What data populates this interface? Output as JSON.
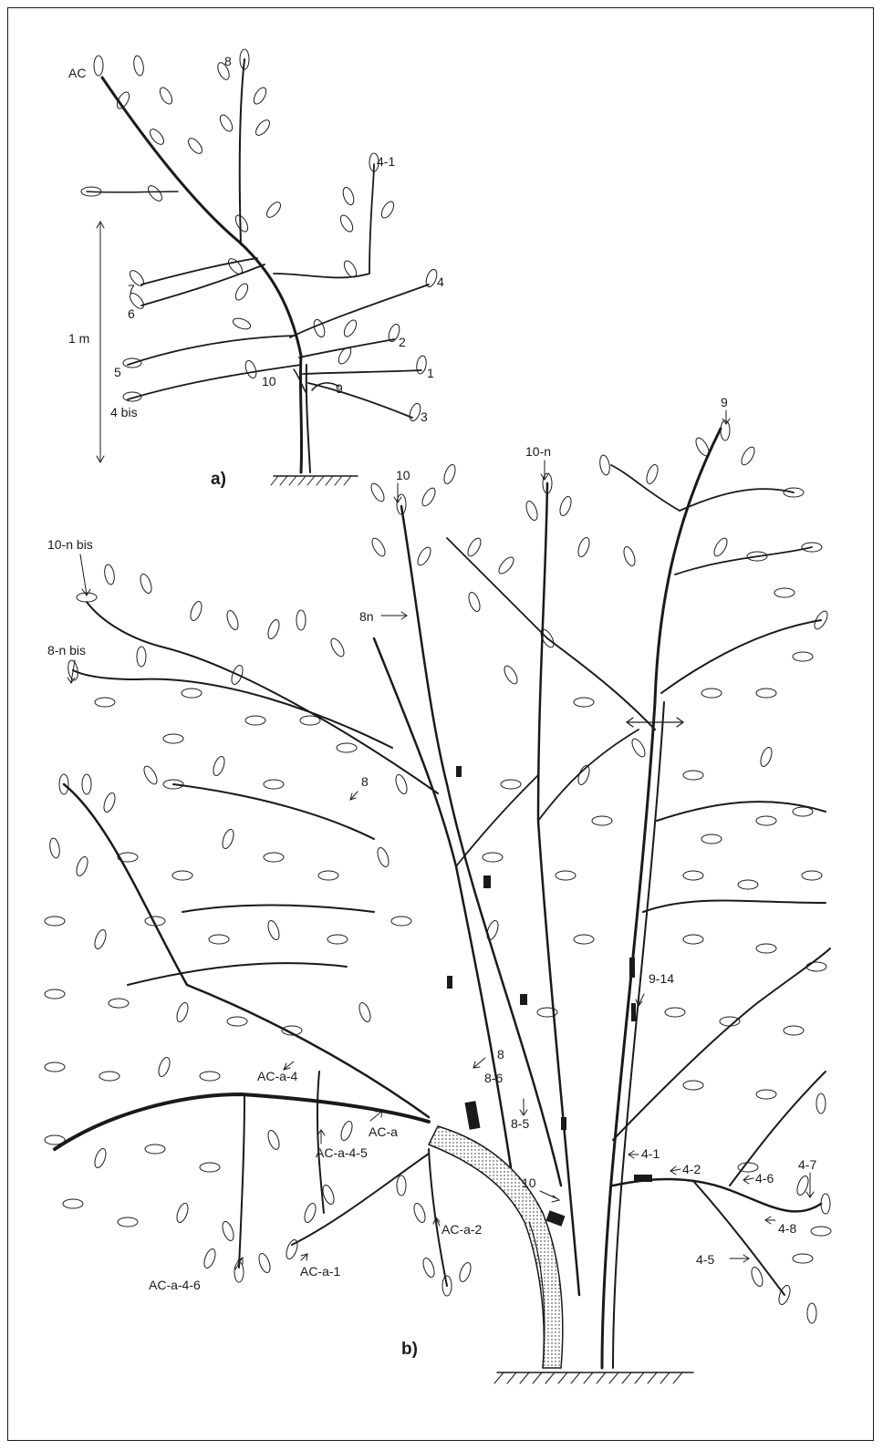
{
  "panel_a": {
    "caption": "a)",
    "scale_label": "1 m",
    "labels": [
      "AC",
      "8",
      "4-1",
      "7",
      "6",
      "4",
      "2",
      "1",
      "5",
      "10",
      "9",
      "4 bis",
      "3"
    ]
  },
  "panel_b": {
    "caption": "b)",
    "labels": [
      "9",
      "10-n",
      "10",
      "10-n bis",
      "8n",
      "8-n bis",
      "8",
      "9-14",
      "AC-a-4",
      "8",
      "8-6",
      "8-5",
      "AC-a",
      "AC-a-4-5",
      "4-1",
      "4-2",
      "4-6",
      "4-7",
      "10",
      "4-8",
      "AC-a-2",
      "AC-a-1",
      "4-5",
      "AC-a-4-6"
    ]
  },
  "colors": {
    "line": "#1a1a1a",
    "background": "#ffffff"
  }
}
